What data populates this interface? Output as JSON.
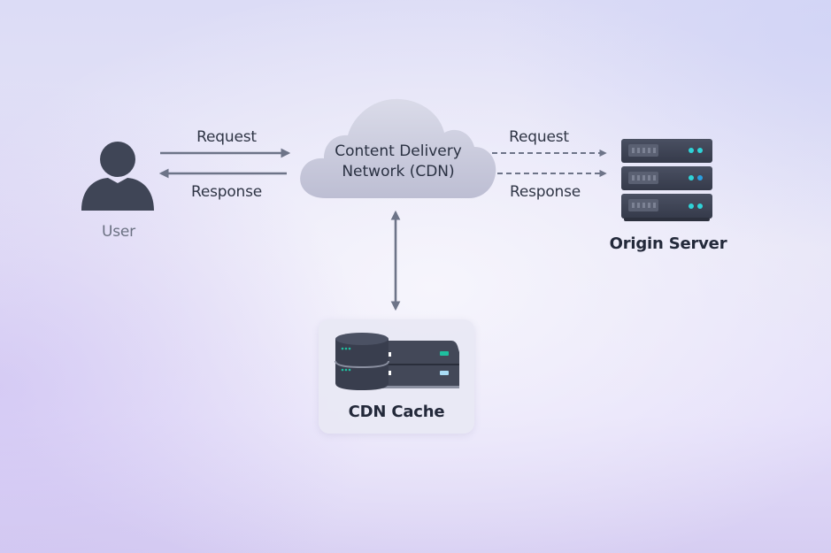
{
  "diagram": {
    "title": "CDN request flow",
    "colors": {
      "icon_dark": "#3f4556",
      "arrow": "#6d7488",
      "led_cyan": "#2fd3d8",
      "led_blue": "#2a9fe0",
      "led_teal": "#1fbf9f",
      "led_lightblue": "#a9dcf5",
      "cloud": "#c6c7d9"
    },
    "nodes": {
      "user": {
        "label": "User",
        "icon": "user-icon"
      },
      "cdn": {
        "label_line1": "Content Delivery",
        "label_line2": "Network (CDN)",
        "icon": "cloud-icon"
      },
      "origin": {
        "label": "Origin Server",
        "icon": "server-rack-icon"
      },
      "cache": {
        "label": "CDN Cache",
        "icon": "database-server-icon"
      }
    },
    "edges": {
      "user_to_cdn": {
        "label": "Request",
        "style": "solid",
        "direction": "User → CDN"
      },
      "cdn_to_user": {
        "label": "Response",
        "style": "solid",
        "direction": "CDN → User"
      },
      "cdn_to_origin_request": {
        "label": "Request",
        "style": "dashed",
        "direction": "CDN → Origin Server"
      },
      "cdn_to_origin_response": {
        "label": "Response",
        "style": "dashed",
        "direction": "CDN → Origin Server"
      },
      "cdn_cache": {
        "label": "",
        "style": "solid",
        "direction": "bidirectional"
      }
    }
  }
}
